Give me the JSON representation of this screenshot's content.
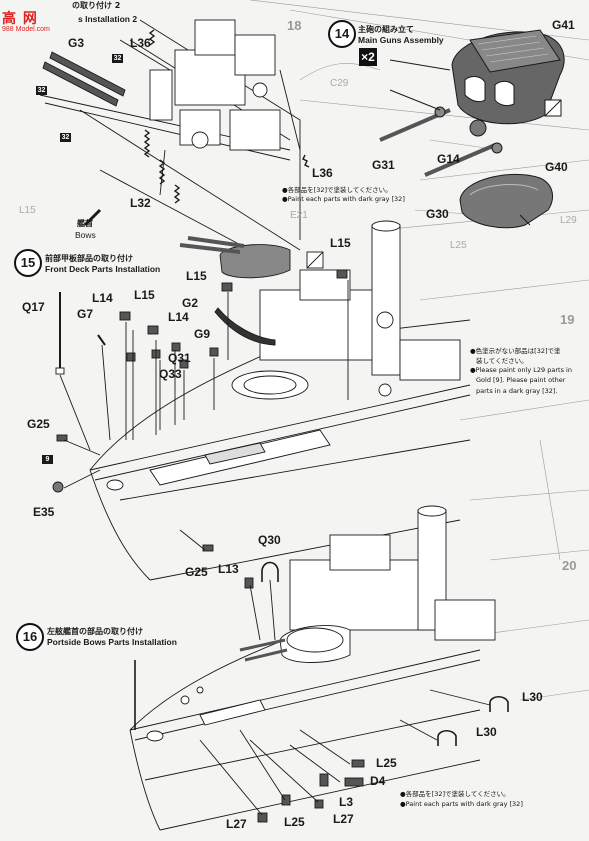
{
  "watermark": {
    "text": "高 网",
    "url": "988 Model.com"
  },
  "step13": {
    "title_jp": "の取り付け 2",
    "title_en": "s Installation 2"
  },
  "step14": {
    "number": "14",
    "title_jp": "主砲の組み立て",
    "title_en": "Main Guns Assembly",
    "multiplier": "×2"
  },
  "step15": {
    "number": "15",
    "title_jp": "前部甲板部品の取り付け",
    "title_en": "Front Deck Parts Installation"
  },
  "step16": {
    "number": "16",
    "title_jp": "左舷艦首の部品の取り付け",
    "title_en": "Portside Bows Parts Installation"
  },
  "bows": {
    "jp": "艦首",
    "en": "Bows"
  },
  "note13": {
    "jp": "●各部品を[32]で塗装してください。",
    "en": "●Paint each parts with dark gray [32]"
  },
  "note15": {
    "line1": "●色塗示がない部品は[32]で塗",
    "line2": "装してください。",
    "line3": "●Please paint only L29 parts in",
    "line4": "Gold [9]. Please paint other",
    "line5": "parts in a dark gray [32]."
  },
  "note16": {
    "jp": "●各部品を[32]で塗装してください。",
    "en": "●Paint each parts with dark gray [32]"
  },
  "paint_codes": {
    "dark_gray": "32",
    "gold": "9"
  },
  "part_labels": {
    "g3": "G3",
    "l36a": "L36",
    "l36b": "L36",
    "l32": "L32",
    "g41": "G41",
    "g31": "G31",
    "g14": "G14",
    "g30": "G30",
    "g40": "G40",
    "l15a": "L15",
    "l15b": "L15",
    "l15c": "L15",
    "q17": "Q17",
    "g7": "G7",
    "l14a": "L14",
    "l14b": "L14",
    "g2": "G2",
    "g9": "G9",
    "q31": "Q31",
    "q33": "Q33",
    "g25a": "G25",
    "g25b": "G25",
    "e35": "E35",
    "q30": "Q30",
    "l13": "L13",
    "l30a": "L30",
    "l30b": "L30",
    "l25a": "L25",
    "l25b": "L25",
    "d4": "D4",
    "l3": "L3",
    "l27a": "L27",
    "l27b": "L27"
  },
  "bg_labels": {
    "s18": "18",
    "s19": "19",
    "s20": "20",
    "c29": "C29",
    "l15": "L15",
    "l29": "L29",
    "l25": "L25",
    "e21": "E21"
  },
  "colors": {
    "line": "#1a1a1a",
    "paper": "#f4f4f2",
    "watermark": "#d22222"
  }
}
